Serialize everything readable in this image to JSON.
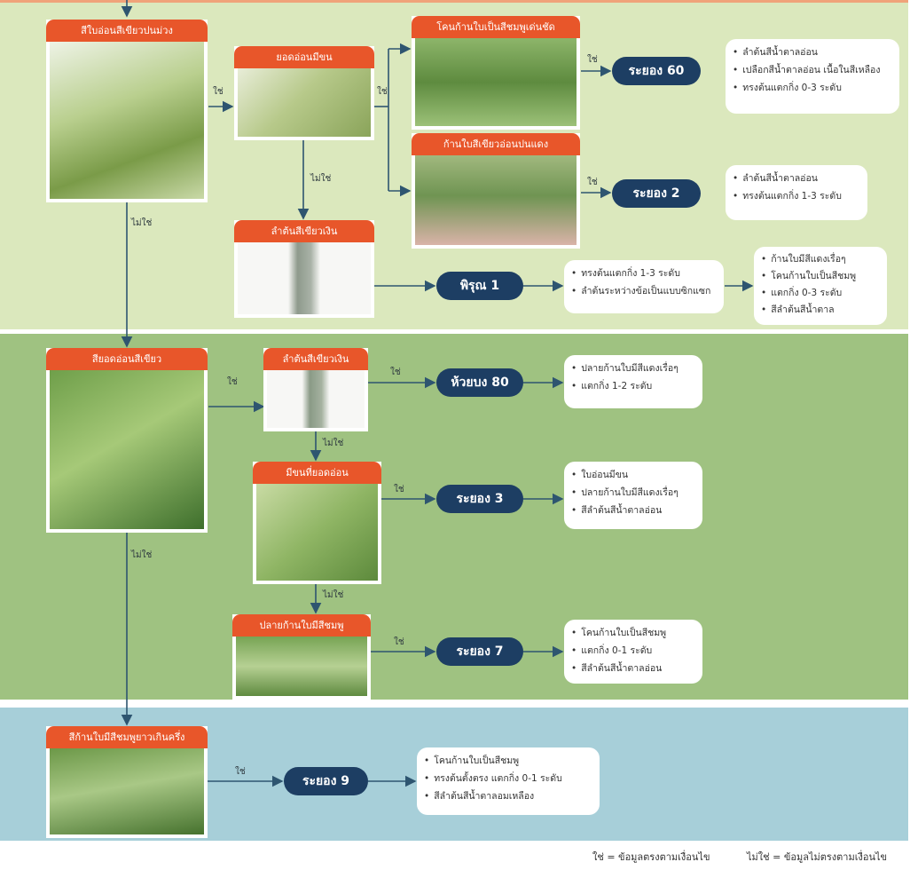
{
  "cards": {
    "c1": "สีใบอ่อนสีเขียวปนม่วง",
    "c2": "ยอดอ่อนมีขน",
    "c3": "โคนก้านใบเป็นสีชมพูเด่นชัด",
    "c4": "ก้านใบสีเขียวอ่อนปนแดง",
    "c5": "ลำต้นสีเขียวเงิน",
    "c6": "สียอดอ่อนสีเขียว",
    "c7": "ลำต้นสีเขียวเงิน",
    "c8": "มีขนที่ยอดอ่อน",
    "c9": "ปลายก้านใบมีสีชมพู",
    "c10": "สีก้านใบมีสีชมพูยาวเกินครึ่ง"
  },
  "results": {
    "r1": "ระยอง 60",
    "r2": "ระยอง 2",
    "r3": "พิรุณ 1",
    "r4": "ห้วยบง 80",
    "r5": "ระยอง 3",
    "r6": "ระยอง 7",
    "r7": "ระยอง 9"
  },
  "details": {
    "d1": [
      "ลำต้นสีน้ำตาลอ่อน",
      "เปลือกสีน้ำตาลอ่อน เนื้อในสีเหลือง",
      "ทรงต้นแตกกิ่ง 0-3 ระดับ"
    ],
    "d2": [
      "ลำต้นสีน้ำตาลอ่อน",
      "ทรงต้นแตกกิ่ง 1-3 ระดับ"
    ],
    "d3a": [
      "ทรงต้นแตกกิ่ง 1-3 ระดับ",
      "ลำต้นระหว่างข้อเป็นแบบซิกแซก"
    ],
    "d3b": [
      "ก้านใบมีสีแดงเรื่อๆ",
      "โคนก้านใบเป็นสีชมพู",
      "แตกกิ่ง 0-3 ระดับ",
      "สีลำต้นสีน้ำตาล"
    ],
    "d4": [
      "ปลายก้านใบมีสีแดงเรื่อๆ",
      "แตกกิ่ง 1-2 ระดับ"
    ],
    "d5": [
      "ใบอ่อนมีขน",
      "ปลายก้านใบมีสีแดงเรื่อๆ",
      "สีลำต้นสีน้ำตาลอ่อน"
    ],
    "d6": [
      "โคนก้านใบเป็นสีชมพู",
      "แตกกิ่ง 0-1 ระดับ",
      "สีลำต้นสีน้ำตาลอ่อน"
    ],
    "d7": [
      "โคนก้านใบเป็นสีชมพู",
      "ทรงต้นตั้งตรง แตกกิ่ง 0-1 ระดับ",
      "สีลำต้นสีน้ำตาลอมเหลือง"
    ]
  },
  "labels": {
    "yes": "ใช่",
    "no": "ไม่ใช่"
  },
  "footer": {
    "yes_legend": "ใช่ = ข้อมูลตรงตามเงื่อนไข",
    "no_legend": "ไม่ใช่ = ข้อมูลไม่ตรงตามเงื่อนไข"
  },
  "colors": {
    "card_header": "#e8562a",
    "result_pill": "#1d3e63",
    "band_top": "#dbe8bd",
    "band_middle": "#9fc281",
    "band_bottom": "#a7cfd9",
    "arrow": "#2e5570"
  }
}
